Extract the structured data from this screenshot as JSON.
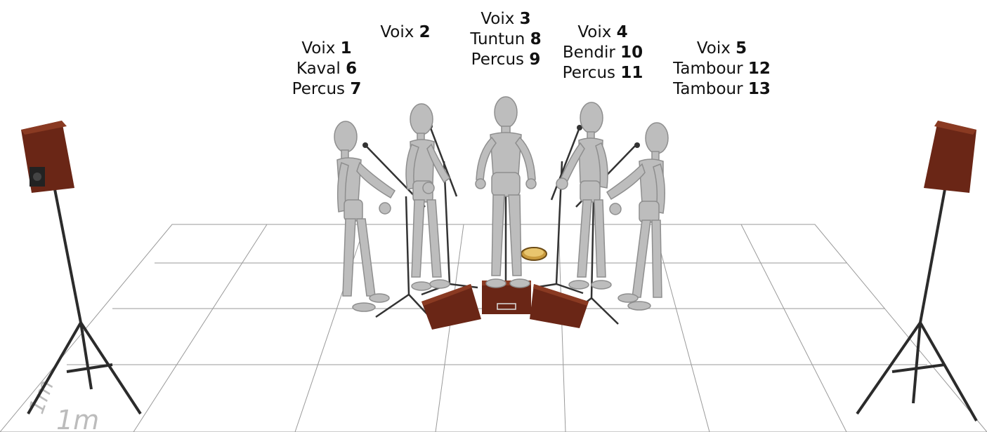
{
  "groups": [
    {
      "lines": [
        {
          "name": "Voix",
          "num": "1"
        },
        {
          "name": "Kaval",
          "num": "6"
        },
        {
          "name": "Percus",
          "num": "7"
        }
      ]
    },
    {
      "lines": [
        {
          "name": "Voix",
          "num": "2"
        }
      ]
    },
    {
      "lines": [
        {
          "name": "Voix",
          "num": "3"
        },
        {
          "name": "Tuntun",
          "num": "8"
        },
        {
          "name": "Percus",
          "num": "9"
        }
      ]
    },
    {
      "lines": [
        {
          "name": "Voix",
          "num": "4"
        },
        {
          "name": "Bendir",
          "num": "10"
        },
        {
          "name": "Percus",
          "num": "11"
        }
      ]
    },
    {
      "lines": [
        {
          "name": "Voix",
          "num": "5"
        },
        {
          "name": "Tambour",
          "num": "12"
        },
        {
          "name": "Tambour",
          "num": "13"
        }
      ]
    }
  ],
  "scale_label": "1m",
  "colors": {
    "figure": "#bdbdbd",
    "figure_dark": "#8e8e8e",
    "speaker": "#6a2616",
    "speaker_dark": "#3f140a",
    "grid": "#9a9a9a",
    "stand": "#2b2b2b"
  }
}
